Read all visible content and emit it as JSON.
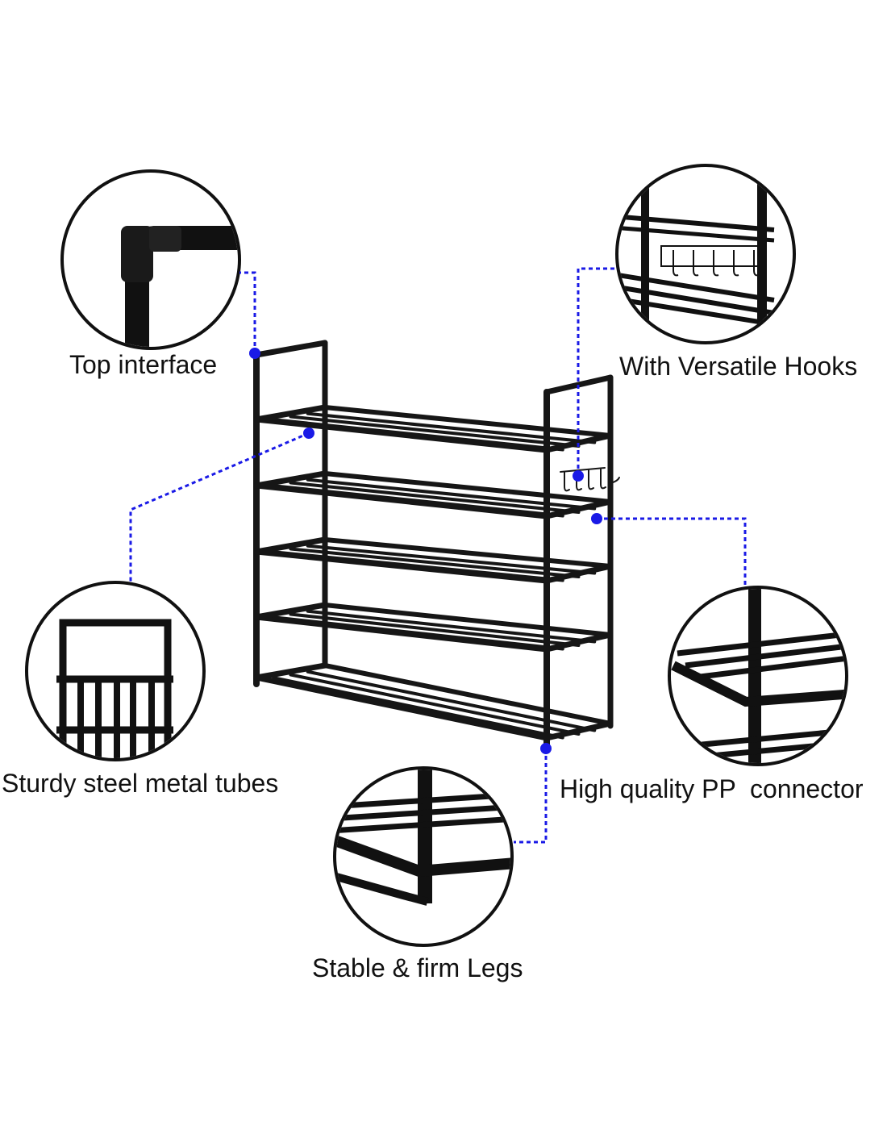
{
  "accent_color": "#1a1ae6",
  "labels": {
    "top_interface": "Top interface",
    "hooks": "With Versatile Hooks",
    "tubes": "Sturdy steel metal tubes",
    "connector": "High quality PP  connector",
    "legs": "Stable & firm Legs"
  }
}
